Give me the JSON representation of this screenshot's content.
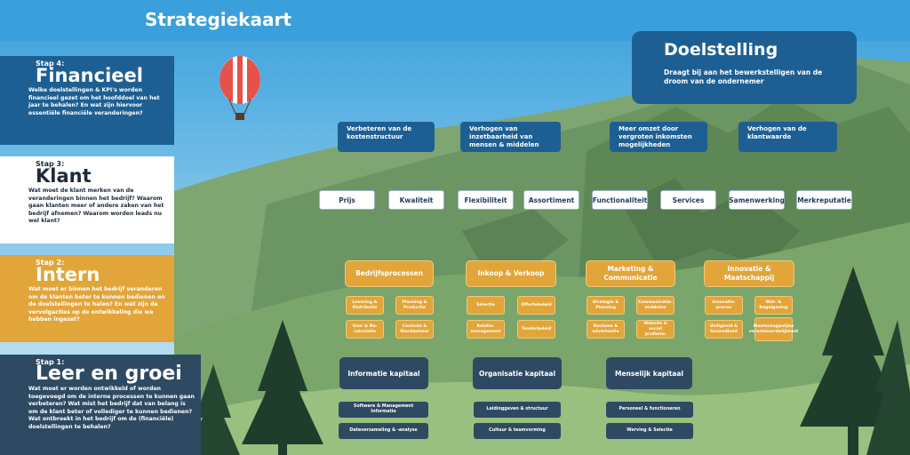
{
  "page": {
    "title": "Strategiekaart"
  },
  "colors": {
    "sky": "#3aa0dc",
    "navy": "#1e5f93",
    "dark_slate": "#2e4a63",
    "gold": "#e2a53a",
    "mountain_green": "#5f8a55",
    "tree_dark": "#1f3d2a"
  },
  "icons": {
    "balloon": "hot-air-balloon-icon"
  },
  "steps": {
    "financieel": {
      "step": "Stap 4:",
      "title": "Financieel",
      "description": "Welke doelstellingen & KPI's worden financieel gezet om het hoofddoel van het jaar te behalen? En wat zijn hiervoor essentiële financiële veranderingen?"
    },
    "klant": {
      "step": "Stap 3:",
      "title": "Klant",
      "description": "Wat moet de klant merken van de veranderingen binnen het bedrijf? Waarom gaan klanten meer of andere zaken van het bedrijf afnemen? Waarom worden leads nu wel klant?"
    },
    "intern": {
      "step": "Stap 2:",
      "title": "Intern",
      "description": "Wat moet er binnen het bedrijf veranderen om de klanten beter te kunnen bedienen en de doelstellingen te halen? En wat zijn de vervolgacties op de ontwikkeling die we hebben ingezet?"
    },
    "leer": {
      "step": "Stap 1:",
      "title": "Leer en groei",
      "description": "Wat moet er worden ontwikkeld of worden toegevoegd om de interne processen te kunnen gaan verbeteren? Wat mist het bedrijf dat van belang is om de klant beter of vollediger te kunnen bedienen? Wat ontbreekt in het bedrijf om de (financiële) doelstellingen te behalen?"
    }
  },
  "doelstelling": {
    "title": "Doelstelling",
    "description": "Draagt bij aan het bewerkstelligen van de droom van de ondernemer"
  },
  "financial_goals": [
    "Verbeteren van de kostenstructuur",
    "Verhogen van inzetbaarheid van mensen & middelen",
    "Meer omzet door vergroten inkomsten mogelijkheden",
    "Verhogen van de klantwaarde"
  ],
  "customer_values": [
    "Prijs",
    "Kwaliteit",
    "Flexibiliteit",
    "Assortiment",
    "Functionaliteit",
    "Services",
    "Samenwerking",
    "Merkreputatie"
  ],
  "internal": [
    {
      "title": "Bedrijfsprocessen",
      "items": [
        "Levering & Distributie",
        "Planning & Productie",
        "Voor & Na-calculatie",
        "Controle & Stockbeheer"
      ]
    },
    {
      "title": "Inkoop & Verkoop",
      "items": [
        "Selectie",
        "Offertebeleid",
        "Relatie-management",
        "Tenderbeleid"
      ]
    },
    {
      "title": "Marketing & Communicatie",
      "items": [
        "Strategie & Planning",
        "Communicatie-middelen",
        "Reclame & advertentie",
        "Website & social profielen"
      ]
    },
    {
      "title": "Innovatie & Maatschappij",
      "items": [
        "Innovatie-proces",
        "Wet- & Regelgeving",
        "Veiligheid & Gezondheid",
        "Maatschappelijke verantwoordelijkheid"
      ]
    }
  ],
  "leer_en_groei": [
    {
      "title": "Informatie kapitaal",
      "items": [
        "Software & Management Informatie",
        "Dataverzameling & -analyse"
      ]
    },
    {
      "title": "Organisatie kapitaal",
      "items": [
        "Leidinggeven & structuur",
        "Cultuur & teamvorming"
      ]
    },
    {
      "title": "Menselijk kapitaal",
      "items": [
        "Personeel & functioneren",
        "Werving & Selectie"
      ]
    }
  ]
}
